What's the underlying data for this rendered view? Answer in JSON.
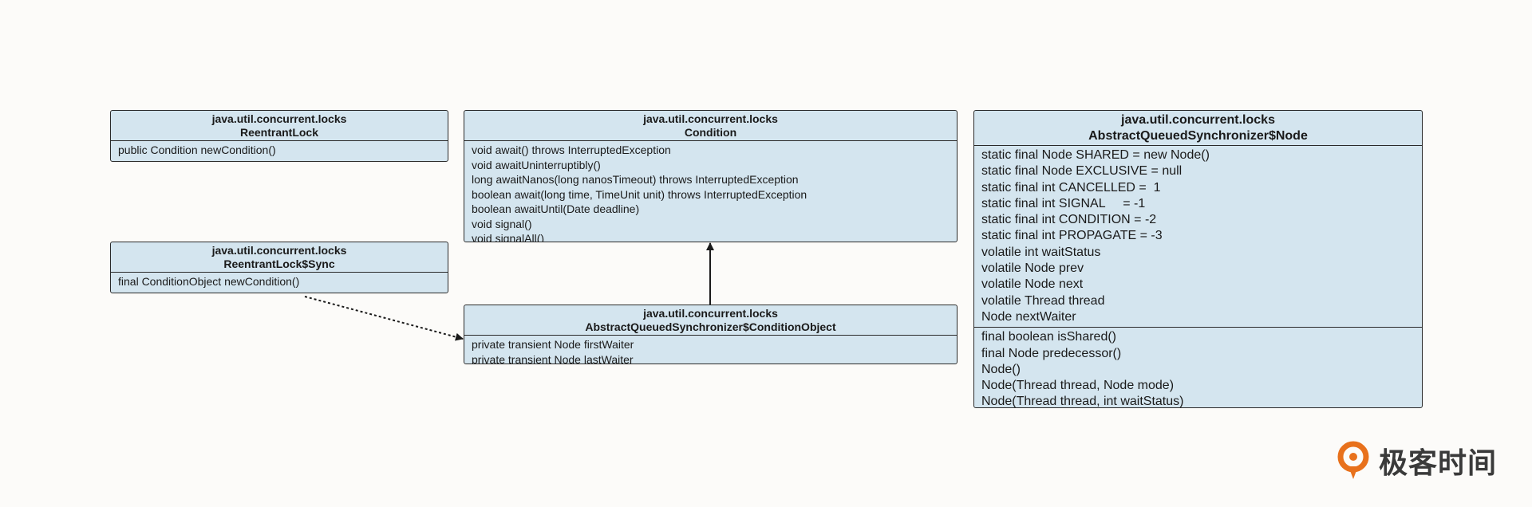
{
  "classes": {
    "reentrant_lock": {
      "package": "java.util.concurrent.locks",
      "name": "ReentrantLock",
      "methods": [
        "public Condition newCondition()"
      ]
    },
    "reentrant_lock_sync": {
      "package": "java.util.concurrent.locks",
      "name": "ReentrantLock$Sync",
      "methods": [
        "final ConditionObject newCondition()"
      ]
    },
    "condition": {
      "package": "java.util.concurrent.locks",
      "name": "Condition",
      "methods": [
        "void await() throws InterruptedException",
        "void awaitUninterruptibly()",
        "long awaitNanos(long nanosTimeout) throws InterruptedException",
        "boolean await(long time, TimeUnit unit) throws InterruptedException",
        "boolean awaitUntil(Date deadline)",
        "void signal()",
        "void signalAll()"
      ]
    },
    "condition_object": {
      "package": "java.util.concurrent.locks",
      "name": "AbstractQueuedSynchronizer$ConditionObject",
      "fields": [
        "private transient Node firstWaiter",
        "private transient Node lastWaiter"
      ]
    },
    "aqs_node": {
      "package": "java.util.concurrent.locks",
      "name": "AbstractQueuedSynchronizer$Node",
      "fields": [
        "static final Node SHARED = new Node()",
        "static final Node EXCLUSIVE = null",
        "static final int CANCELLED =  1",
        "static final int SIGNAL     = -1",
        "static final int CONDITION = -2",
        "static final int PROPAGATE = -3",
        "volatile int waitStatus",
        "volatile Node prev",
        "volatile Node next",
        "volatile Thread thread",
        "Node nextWaiter"
      ],
      "methods": [
        "final boolean isShared()",
        "final Node predecessor()",
        "Node()",
        "Node(Thread thread, Node mode)",
        "Node(Thread thread, int waitStatus)"
      ]
    }
  },
  "brand": {
    "text": "极客时间",
    "color": "#e8711c"
  }
}
